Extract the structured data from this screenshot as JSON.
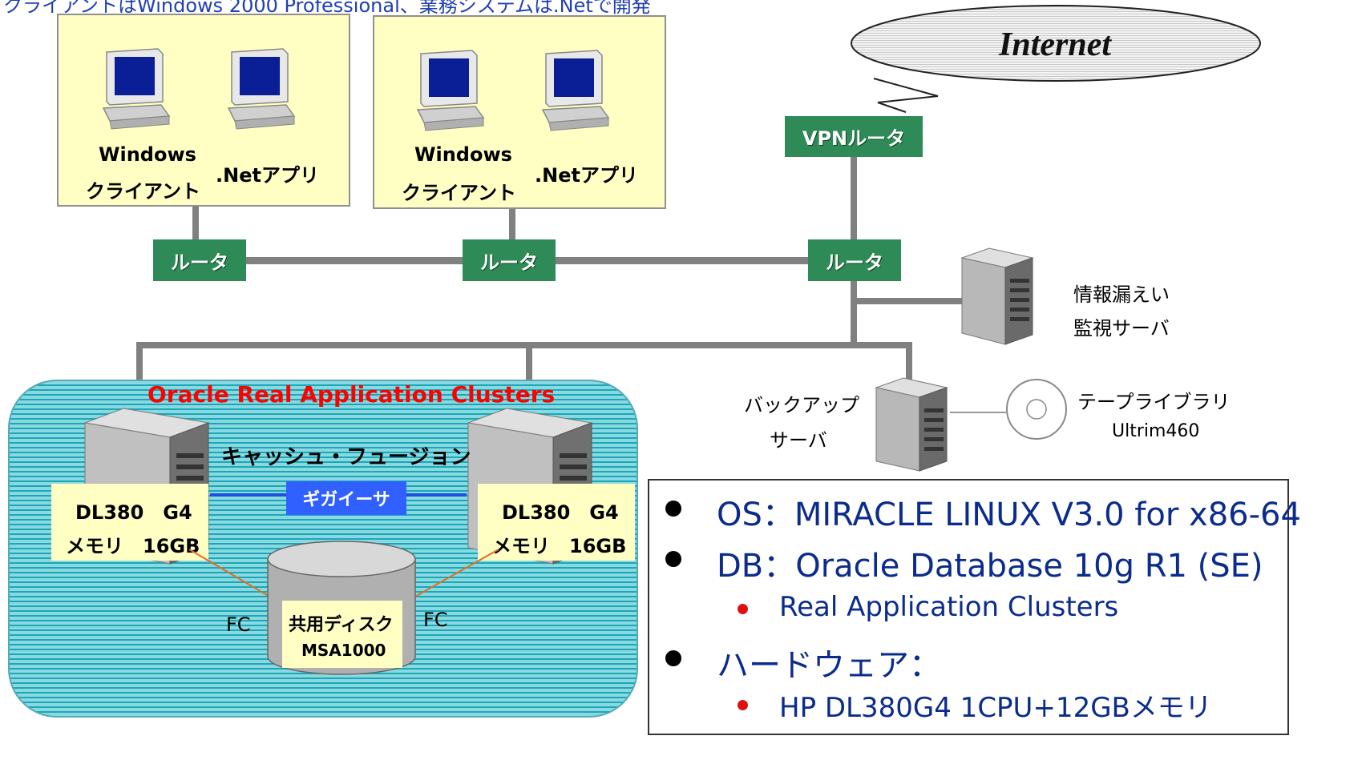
{
  "header_text": "クライアントはWindows 2000 Professional、業務システムは.Netで開発",
  "client_groups": [
    {
      "label1": "Windows",
      "label2": "クライアント",
      "label3": ".Netアプリ"
    },
    {
      "label1": "Windows",
      "label2": "クライアント",
      "label3": ".Netアプリ"
    }
  ],
  "internet_label": "Internet",
  "vpn_router_label": "VPNルータ",
  "routers": [
    "ルータ",
    "ルータ",
    "ルータ"
  ],
  "leak_server_label": [
    "情報漏えい",
    "監視サーバ"
  ],
  "backup_server_label": [
    "バックアップ",
    "サーバ"
  ],
  "tape_label": "テープライブラリ",
  "tape_model": "Ultrim460",
  "rac": {
    "title": "Oracle Real Application Clusters",
    "cache_fusion": "キャッシュ・フュージョン",
    "gigabit": "ギガイーサ",
    "nodes": [
      {
        "model": "DL380　G4",
        "memory": "メモリ　16GB"
      },
      {
        "model": "DL380　G4",
        "memory": "メモリ　16GB"
      }
    ],
    "fc_left": "FC",
    "fc_right": "FC",
    "disk_label1": "共用ディスク",
    "disk_label2": "MSA1000"
  },
  "specs": {
    "os": "OS：MIRACLE LINUX V3.0 for x86-64",
    "db": "DB：Oracle Database 10g R1 (SE)",
    "db_sub": "Real Application Clusters",
    "hw": "ハードウェア：",
    "hw_sub": "HP DL380G4 1CPU+12GBメモリ"
  },
  "colors": {
    "router_green": "#2e8b57",
    "client_box_yellow": "#ffffc4",
    "rac_title_red": "#ff0000",
    "spec_text_blue": "#0b2c8c",
    "gigabit_blue": "#3060ff"
  }
}
